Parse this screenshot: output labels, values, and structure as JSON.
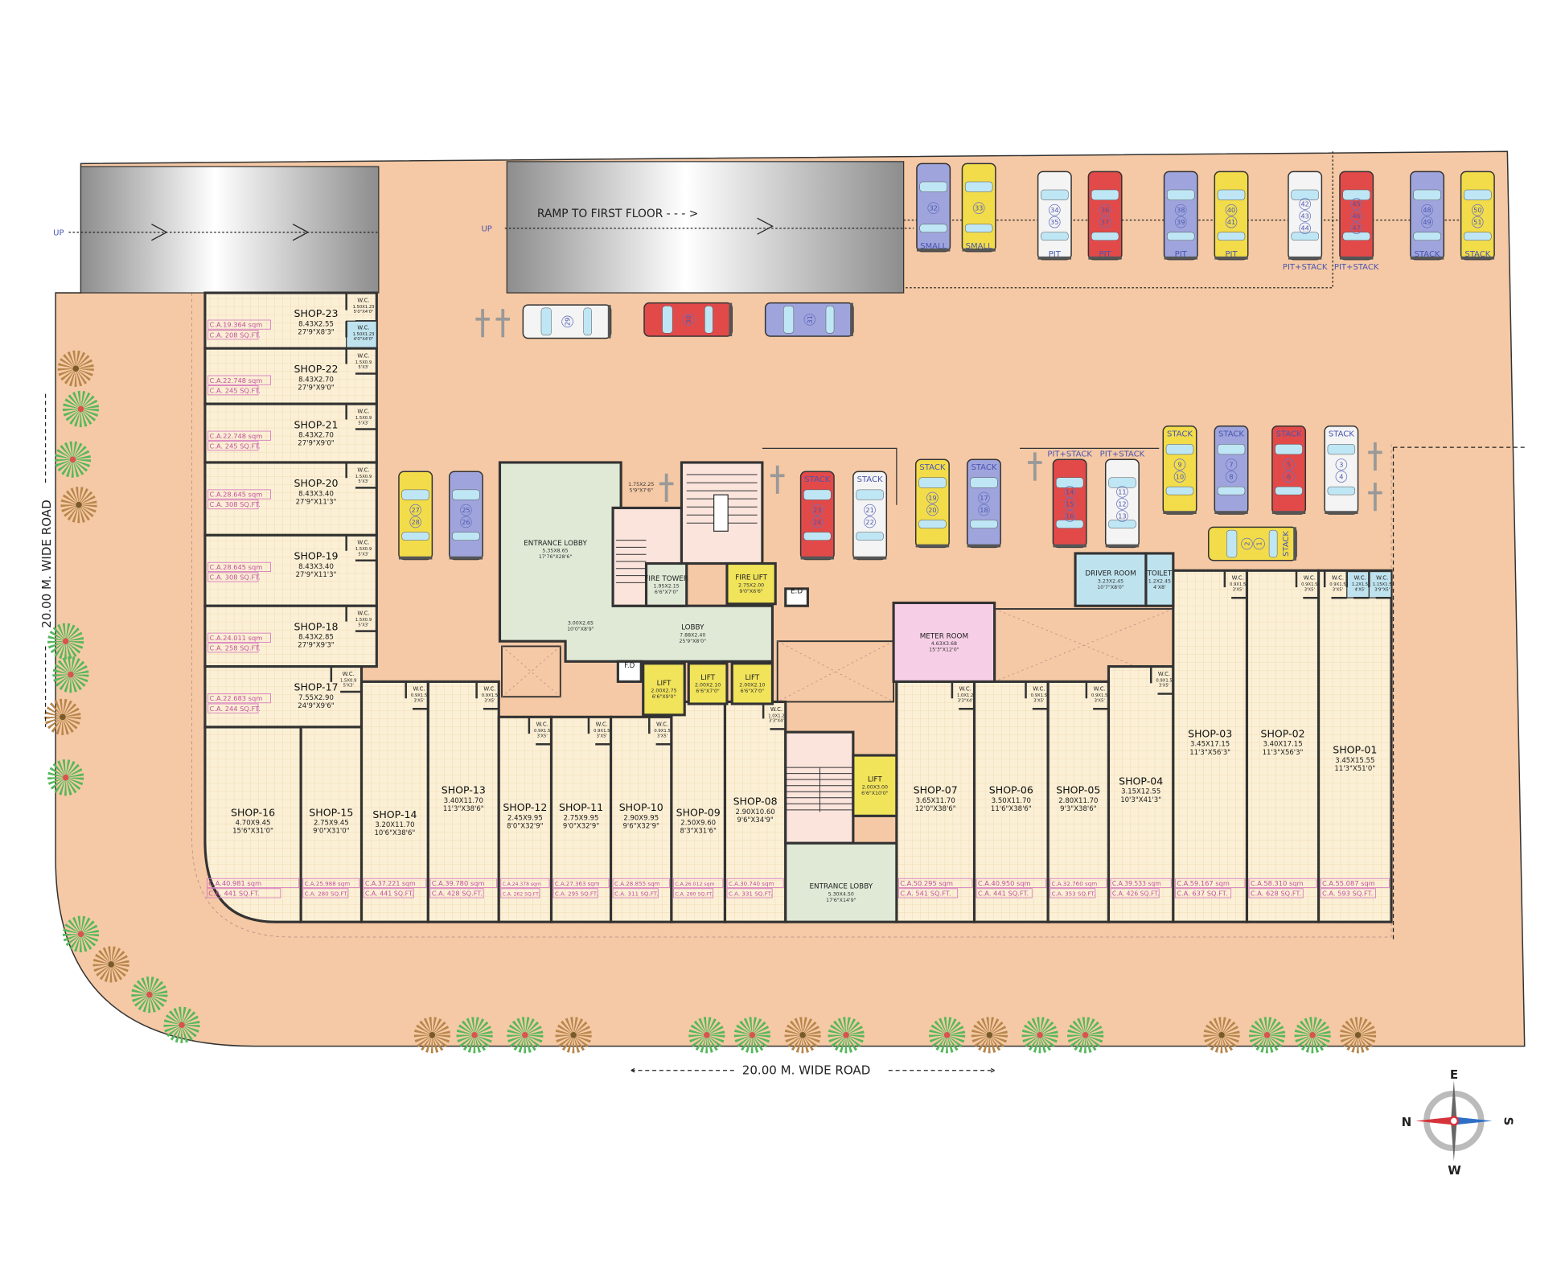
{
  "plan": {
    "ramp_label": "RAMP TO FIRST FLOOR - - - >",
    "up_label": "UP",
    "road_bottom": "20.00 M. WIDE  ROAD",
    "road_left": "20.00 M. WIDE  ROAD",
    "compass": {
      "n": "N",
      "e": "E",
      "s": "S",
      "w": "W"
    }
  },
  "colors": {
    "site": "#f5c9a5",
    "shop": "#fbf0d6",
    "grid": "#efd3a8",
    "lobby": "#dfe9d6",
    "stair": "#fbe4dc",
    "lift": "#f1e35a",
    "meter": "#f6cfe6",
    "driver": "#bfe3ee",
    "ca_text": "#c24fa0",
    "car_blue": "#9fa5dc",
    "car_yellow": "#f2dc4a",
    "car_white": "#f4f4f4",
    "car_red": "#e24a4a"
  },
  "shops": [
    {
      "name": "SHOP-23",
      "dims": "8.43X2.55",
      "ft": "27'9\"X8'3\"",
      "ca_sqm": "C.A.19.364 sqm",
      "ca_sqft": "C.A. 208 SQ.FT.",
      "wc": [
        {
          "label": "W.C.",
          "dims": "1.50X1.23",
          "ft": "5'0\"X4'0\""
        },
        {
          "label": "W.C.",
          "dims": "1.50X1.23",
          "ft": "4'0\"X4'0\"",
          "blue": true
        }
      ]
    },
    {
      "name": "SHOP-22",
      "dims": "8.43X2.70",
      "ft": "27'9\"X9'0\"",
      "ca_sqm": "C.A.22.748 sqm",
      "ca_sqft": "C.A. 245 SQ.FT.",
      "wc": [
        {
          "label": "W.C.",
          "dims": "1.5X0.9",
          "ft": "5'X3'"
        }
      ]
    },
    {
      "name": "SHOP-21",
      "dims": "8.43X2.70",
      "ft": "27'9\"X9'0\"",
      "ca_sqm": "C.A.22.748 sqm",
      "ca_sqft": "C.A. 245 SQ.FT.",
      "wc": [
        {
          "label": "W.C.",
          "dims": "1.5X0.9",
          "ft": "5'X3'"
        }
      ]
    },
    {
      "name": "SHOP-20",
      "dims": "8.43X3.40",
      "ft": "27'9\"X11'3\"",
      "ca_sqm": "C.A.28.645 sqm",
      "ca_sqft": "C.A. 308 SQ.FT.",
      "wc": [
        {
          "label": "W.C.",
          "dims": "1.5X0.9",
          "ft": "5'X3'"
        }
      ]
    },
    {
      "name": "SHOP-19",
      "dims": "8.43X3.40",
      "ft": "27'9\"X11'3\"",
      "ca_sqm": "C.A.28.645 sqm",
      "ca_sqft": "C.A. 308 SQ.FT.",
      "wc": [
        {
          "label": "W.C.",
          "dims": "1.5X0.9",
          "ft": "5'X3'"
        }
      ]
    },
    {
      "name": "SHOP-18",
      "dims": "8.43X2.85",
      "ft": "27'9\"X9'3\"",
      "ca_sqm": "C.A.24.011 sqm",
      "ca_sqft": "C.A. 258 SQ.FT.",
      "wc": [
        {
          "label": "W.C.",
          "dims": "1.5X0.9",
          "ft": "5'X3'"
        }
      ]
    },
    {
      "name": "SHOP-17",
      "dims": "7.55X2.90",
      "ft": "24'9\"X9'6\"",
      "ca_sqm": "C.A.22.683 sqm",
      "ca_sqft": "C.A. 244 SQ.FT.",
      "wc": [
        {
          "label": "W.C.",
          "dims": "1.5X0.9",
          "ft": "5'X3'"
        }
      ]
    },
    {
      "name": "SHOP-16",
      "dims": "4.70X9.45",
      "ft": "15'6\"X31'0\"",
      "ca_sqm": "C.A.40.981 sqm",
      "ca_sqft": "C.A. 441 SQ.FT.",
      "wc": []
    },
    {
      "name": "SHOP-15",
      "dims": "2.75X9.45",
      "ft": "9'0\"X31'0\"",
      "ca_sqm": "C.A.25.988 sqm",
      "ca_sqft": "C.A. 280 SQ.FT.",
      "wc": []
    },
    {
      "name": "SHOP-14",
      "dims": "3.20X11.70",
      "ft": "10'6\"X38'6\"",
      "ca_sqm": "C.A.37.221 sqm",
      "ca_sqft": "C.A. 441 SQ.FT.",
      "wc": [
        {
          "label": "W.C.",
          "dims": "0.9X1.5",
          "ft": "3'X5'"
        }
      ]
    },
    {
      "name": "SHOP-13",
      "dims": "3.40X11.70",
      "ft": "11'3\"X38'6\"",
      "ca_sqm": "C.A.39.780 sqm",
      "ca_sqft": "C.A. 428 SQ.FT.",
      "wc": [
        {
          "label": "W.C.",
          "dims": "0.9X1.5",
          "ft": "3'X5'"
        }
      ]
    },
    {
      "name": "SHOP-12",
      "dims": "2.45X9.95",
      "ft": "8'0\"X32'9\"",
      "ca_sqm": "C.A.24.378 sqm",
      "ca_sqft": "C.A. 262 SQ.FT.",
      "wc": [
        {
          "label": "W.C.",
          "dims": "0.9X1.5",
          "ft": "3'X5'"
        }
      ]
    },
    {
      "name": "SHOP-11",
      "dims": "2.75X9.95",
      "ft": "9'0\"X32'9\"",
      "ca_sqm": "C.A.27.363 sqm",
      "ca_sqft": "C.A. 295 SQ.FT.",
      "wc": [
        {
          "label": "W.C.",
          "dims": "0.9X1.5",
          "ft": "3'X5'"
        }
      ]
    },
    {
      "name": "SHOP-10",
      "dims": "2.90X9.95",
      "ft": "9'6\"X32'9\"",
      "ca_sqm": "C.A.28.855 sqm",
      "ca_sqft": "C.A. 311 SQ.FT.",
      "wc": [
        {
          "label": "W.C.",
          "dims": "0.9X1.5",
          "ft": "3'X5'"
        }
      ]
    },
    {
      "name": "SHOP-09",
      "dims": "2.50X9.60",
      "ft": "8'3\"X31'6\"",
      "ca_sqm": "C.A.26.012 sqm",
      "ca_sqft": "C.A. 280 SQ.FT.",
      "wc": []
    },
    {
      "name": "SHOP-08",
      "dims": "2.90X10.60",
      "ft": "9'6\"X34'9\"",
      "ca_sqm": "C.A.30.740 sqm",
      "ca_sqft": "C.A. 331 SQ.FT.",
      "wc": [
        {
          "label": "W.C.",
          "dims": "1.0X1.2",
          "ft": "3'3\"X4'"
        }
      ]
    },
    {
      "name": "SHOP-07",
      "dims": "3.65X11.70",
      "ft": "12'0\"X38'6\"",
      "ca_sqm": "C.A.50.295 sqm",
      "ca_sqft": "C.A. 541 SQ.FT.",
      "wc": [
        {
          "label": "W.C.",
          "dims": "1.0X1.2",
          "ft": "3'3\"X4'"
        }
      ]
    },
    {
      "name": "SHOP-06",
      "dims": "3.50X11.70",
      "ft": "11'6\"X38'6\"",
      "ca_sqm": "C.A.40.950 sqm",
      "ca_sqft": "C.A. 441 SQ.FT.",
      "wc": [
        {
          "label": "W.C.",
          "dims": "0.9X1.5",
          "ft": "3'X5'"
        }
      ]
    },
    {
      "name": "SHOP-05",
      "dims": "2.80X11.70",
      "ft": "9'3\"X38'6\"",
      "ca_sqm": "C.A.32.760 sqm",
      "ca_sqft": "C.A. 353 SQ.FT.",
      "wc": [
        {
          "label": "W.C.",
          "dims": "0.9X1.5",
          "ft": "3'X5'"
        }
      ]
    },
    {
      "name": "SHOP-04",
      "dims": "3.15X12.55",
      "ft": "10'3\"X41'3\"",
      "ca_sqm": "C.A.39.533 sqm",
      "ca_sqft": "C.A. 426 SQ.FT.",
      "wc": [
        {
          "label": "W.C.",
          "dims": "0.9X1.5",
          "ft": "3'X5'"
        }
      ]
    },
    {
      "name": "SHOP-03",
      "dims": "3.45X17.15",
      "ft": "11'3\"X56'3\"",
      "ca_sqm": "C.A.59.167 sqm",
      "ca_sqft": "C.A. 637 SQ.FT.",
      "wc": [
        {
          "label": "W.C.",
          "dims": "0.9X1.5",
          "ft": "3'X5'"
        }
      ]
    },
    {
      "name": "SHOP-02",
      "dims": "3.40X17.15",
      "ft": "11'3\"X56'3\"",
      "ca_sqm": "C.A.58.310 sqm",
      "ca_sqft": "C.A. 628 SQ.FT.",
      "wc": [
        {
          "label": "W.C.",
          "dims": "0.9X1.5",
          "ft": "3'X5'"
        }
      ]
    },
    {
      "name": "SHOP-01",
      "dims": "3.45X15.55",
      "ft": "11'3\"X51'0\"",
      "ca_sqm": "C.A.55.087 sqm",
      "ca_sqft": "C.A. 593 SQ.FT.",
      "wc": [
        {
          "label": "W.C.",
          "dims": "0.9X1.5",
          "ft": "3'X5'"
        },
        {
          "label": "W.C.",
          "dims": "1.2X1.5",
          "ft": "4'X5'",
          "blue": true
        },
        {
          "label": "W.C.",
          "dims": "1.15X1.5",
          "ft": "3'9\"X5'",
          "blue": true
        }
      ]
    }
  ],
  "rooms": [
    {
      "name": "ENTRANCE LOBBY",
      "dims": "5.35X8.65",
      "ft": "17'76\"X28'6\""
    },
    {
      "name": "",
      "dims": "1.75X2.25",
      "ft": "5'9\"X7'6\""
    },
    {
      "name": "",
      "dims": "3.00X2.65",
      "ft": "10'0\"X8'9\""
    },
    {
      "name": "LOBBY",
      "dims": "7.88X2.40",
      "ft": "25'9\"X8'0\""
    },
    {
      "name": "FIRE TOWER",
      "dims": "1.95X2.15",
      "ft": "6'6\"X7'0\""
    },
    {
      "name": "FIRE LIFT",
      "dims": "2.75X2.00",
      "ft": "9'0\"X6'6\""
    },
    {
      "name": "E.D",
      "dims": "",
      "ft": ""
    },
    {
      "name": "F.D",
      "dims": "",
      "ft": ""
    },
    {
      "name": "LIFT",
      "dims": "2.00X2.75",
      "ft": "6'6\"X9'0\""
    },
    {
      "name": "LIFT",
      "dims": "2.00X2.10",
      "ft": "6'6\"X7'0\""
    },
    {
      "name": "LIFT",
      "dims": "2.00X2.10",
      "ft": "6'6\"X7'0\""
    },
    {
      "name": "METER ROOM",
      "dims": "4.63X3.68",
      "ft": "15'3\"X12'0\""
    },
    {
      "name": "DRIVER ROOM",
      "dims": "3.23X2.45",
      "ft": "10'7\"X8'0\""
    },
    {
      "name": "TOILET",
      "dims": "1.2X2.45",
      "ft": "4'X8'"
    },
    {
      "name": "LIFT",
      "dims": "2.00X3.00",
      "ft": "6'6\"X10'0\""
    },
    {
      "name": "ENTRANCE LOBBY",
      "dims": "5.30X4.50",
      "ft": "17'6\"X14'9\""
    }
  ],
  "cars": [
    {
      "numbers": [
        "32"
      ],
      "label": "SMALL",
      "color": "blue"
    },
    {
      "numbers": [
        "33"
      ],
      "label": "SMALL",
      "color": "yellow"
    },
    {
      "numbers": [
        "34",
        "35"
      ],
      "label": "PIT",
      "color": "white"
    },
    {
      "numbers": [
        "36",
        "37"
      ],
      "label": "PIT",
      "color": "red"
    },
    {
      "numbers": [
        "38",
        "39"
      ],
      "label": "PIT",
      "color": "blue"
    },
    {
      "numbers": [
        "40",
        "41"
      ],
      "label": "PIT",
      "color": "yellow"
    },
    {
      "numbers": [
        "42",
        "43",
        "44"
      ],
      "label": "PIT+STACK",
      "color": "white"
    },
    {
      "numbers": [
        "45",
        "46",
        "47"
      ],
      "label": "PIT+STACK",
      "color": "red"
    },
    {
      "numbers": [
        "48",
        "49"
      ],
      "label": "STACK",
      "color": "blue"
    },
    {
      "numbers": [
        "50",
        "51"
      ],
      "label": "STACK",
      "color": "yellow"
    },
    {
      "numbers": [
        "29"
      ],
      "label": "",
      "color": "white"
    },
    {
      "numbers": [
        "30"
      ],
      "label": "",
      "color": "red"
    },
    {
      "numbers": [
        "31"
      ],
      "label": "",
      "color": "blue"
    },
    {
      "numbers": [
        "27",
        "28"
      ],
      "label": "",
      "color": "yellow"
    },
    {
      "numbers": [
        "25",
        "26"
      ],
      "label": "",
      "color": "blue"
    },
    {
      "numbers": [
        "23",
        "24"
      ],
      "label": "STACK",
      "color": "red"
    },
    {
      "numbers": [
        "21",
        "22"
      ],
      "label": "STACK",
      "color": "white"
    },
    {
      "numbers": [
        "19",
        "20"
      ],
      "label": "STACK",
      "color": "yellow"
    },
    {
      "numbers": [
        "17",
        "18"
      ],
      "label": "STACK",
      "color": "blue"
    },
    {
      "numbers": [
        "14",
        "15",
        "16"
      ],
      "label": "PIT+STACK",
      "color": "red"
    },
    {
      "numbers": [
        "11",
        "12",
        "13"
      ],
      "label": "PIT+STACK",
      "color": "white"
    },
    {
      "numbers": [
        "9",
        "10"
      ],
      "label": "STACK",
      "color": "yellow"
    },
    {
      "numbers": [
        "7",
        "8"
      ],
      "label": "STACK",
      "color": "blue"
    },
    {
      "numbers": [
        "5",
        "6"
      ],
      "label": "STACK",
      "color": "red"
    },
    {
      "numbers": [
        "3",
        "4"
      ],
      "label": "STACK",
      "color": "white"
    },
    {
      "numbers": [
        "2",
        "1"
      ],
      "label": "STACK",
      "color": "yellow"
    }
  ]
}
